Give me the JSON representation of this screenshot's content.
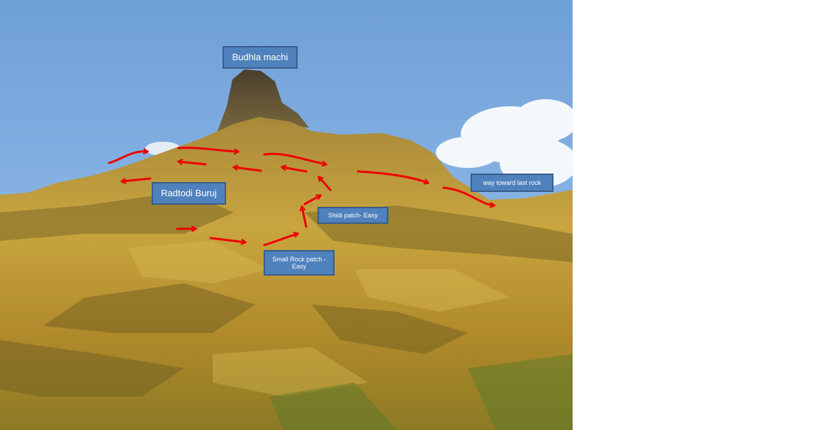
{
  "callouts": {
    "budhla_machi": "Budhla machi",
    "radtodi_buruj": "Radtodi Buruj",
    "shidi_patch": "Shidi patch- Easy",
    "small_rock_patch": "Small Rock patch - Easy",
    "way_toward_last_rock": "way toward last rock"
  },
  "colors": {
    "callout_fill": "#4f81bd",
    "callout_border": "#385d8a",
    "arrow": "#ee0000",
    "sky": "#7eaee0"
  }
}
